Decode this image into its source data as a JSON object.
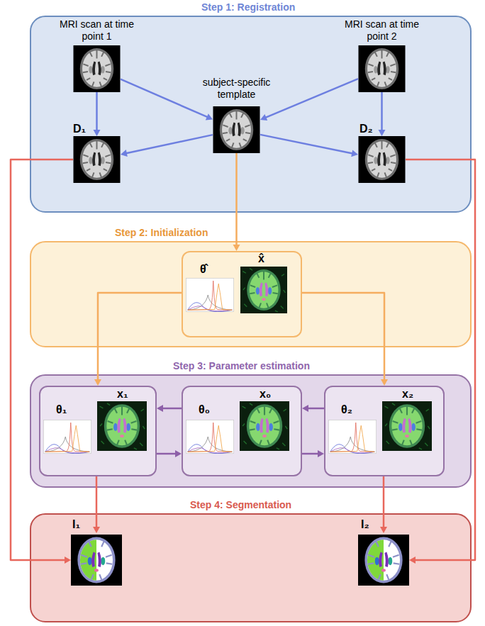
{
  "diagram": {
    "nodes": [
      {
        "text": [
          "Step 1: Registration"
        ]
      },
      {
        "text": [
          "MRI scan at time point 1"
        ],
        "in": 0
      },
      {
        "text": [
          "subject-specific template"
        ],
        "in": 0
      },
      {
        "text": [
          "MRI scan at time point 2"
        ],
        "in": 0
      },
      {
        "text": [
          "D₁"
        ],
        "in": 0
      },
      {
        "text": [
          "D₂"
        ],
        "in": 0
      },
      {
        "text": [
          "Step 2: Initialization"
        ]
      },
      {
        "text": [
          "θ̂",
          "x̂"
        ],
        "in": 6
      },
      {
        "text": [
          "Step 3: Parameter estimation"
        ]
      },
      {
        "text": [
          "θ₁",
          "x₁"
        ],
        "in": 8
      },
      {
        "text": [
          "θ₀",
          "x₀"
        ],
        "in": 8
      },
      {
        "text": [
          "θ₂",
          "x₂"
        ],
        "in": 8
      },
      {
        "text": [
          "Step 4: Segmentation"
        ]
      },
      {
        "text": [
          "I₁"
        ],
        "in": 12
      },
      {
        "text": [
          "I₂"
        ],
        "in": 12
      }
    ],
    "edges": [
      {
        "from": 1,
        "to": 2,
        "arrow": "to"
      },
      {
        "from": 3,
        "to": 2,
        "arrow": "to"
      },
      {
        "from": 2,
        "to": 4,
        "arrow": "to"
      },
      {
        "from": 2,
        "to": 5,
        "arrow": "to"
      },
      {
        "from": 1,
        "to": 4,
        "arrow": "to"
      },
      {
        "from": 3,
        "to": 5,
        "arrow": "to"
      },
      {
        "from": 2,
        "to": 7,
        "arrow": "to"
      },
      {
        "from": 7,
        "to": 9,
        "arrow": "to"
      },
      {
        "from": 7,
        "to": 11,
        "arrow": "to"
      },
      {
        "from": 10,
        "to": 9,
        "arrow": "to"
      },
      {
        "from": 9,
        "to": 10,
        "arrow": "to"
      },
      {
        "from": 11,
        "to": 10,
        "arrow": "to"
      },
      {
        "from": 10,
        "to": 11,
        "arrow": "to"
      },
      {
        "from": 9,
        "to": 13,
        "arrow": "to"
      },
      {
        "from": 11,
        "to": 14,
        "arrow": "to"
      },
      {
        "from": 4,
        "to": 13,
        "arrow": "to"
      },
      {
        "from": 5,
        "to": 14,
        "arrow": "to"
      }
    ]
  }
}
